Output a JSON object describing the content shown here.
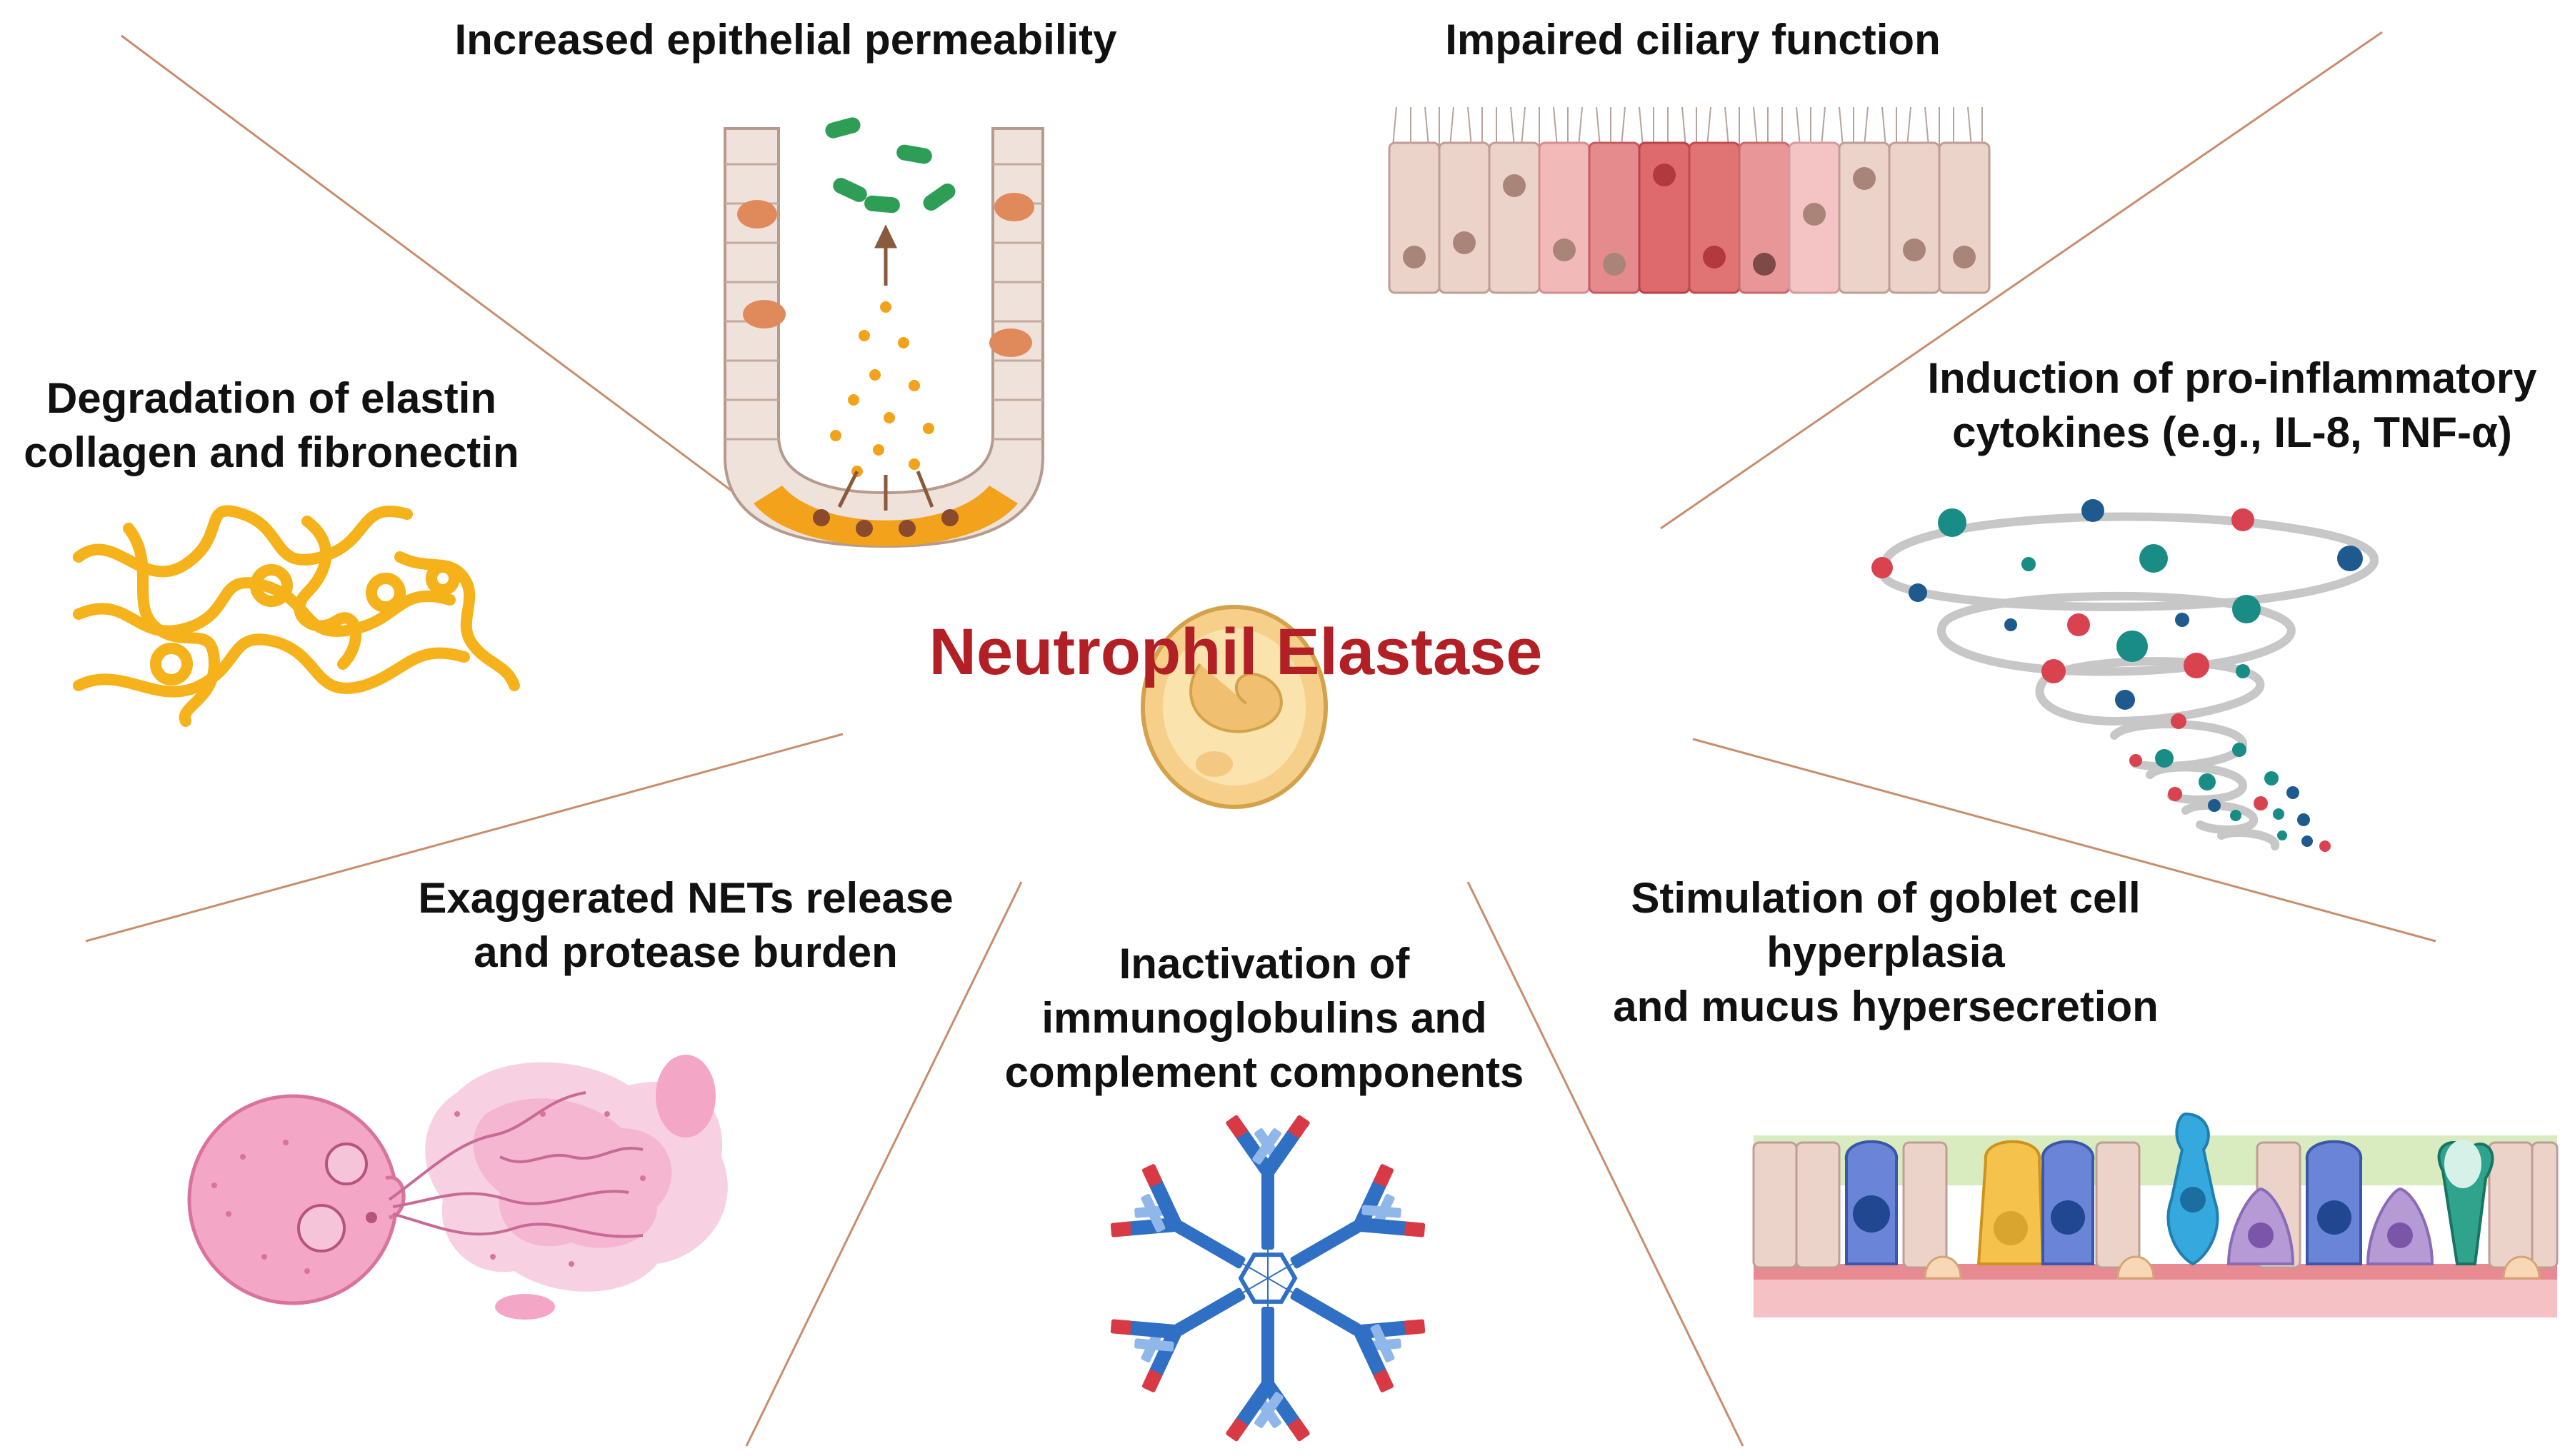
{
  "center": {
    "title": "Neutrophil Elastase",
    "title_color": "#b21f24"
  },
  "effects": {
    "permeability": {
      "lines": [
        "Increased epithelial permeability"
      ]
    },
    "ciliary": {
      "lines": [
        "Impaired ciliary function"
      ]
    },
    "elastin": {
      "lines": [
        "Degradation of elastin",
        "collagen and fibronectin"
      ]
    },
    "cytokines": {
      "lines": [
        "Induction of pro-inflammatory",
        "cytokines (e.g., IL-8, TNF-α)"
      ]
    },
    "nets": {
      "lines": [
        "Exaggerated NETs release",
        "and protease burden"
      ]
    },
    "immuno": {
      "lines": [
        "Inactivation of",
        "immunoglobulins and",
        "complement components"
      ]
    },
    "goblet": {
      "lines": [
        "Stimulation of goblet cell",
        "hyperplasia",
        "and mucus hypersecretion"
      ]
    }
  },
  "icons": {
    "neutrophil": "neutrophil-cell-icon",
    "epithelium": "epithelial-crypt-icon",
    "cilia": "ciliated-epithelium-icon",
    "fibers": "elastin-fiber-icon",
    "cytokine": "cytokine-tornado-icon",
    "net": "net-release-icon",
    "antibody": "antibody-hexamer-icon",
    "goblet": "goblet-cell-epithelium-icon"
  },
  "colors": {
    "divider": "#c98d6c",
    "fiber": "#f5b21b",
    "cytokine_teal": "#1a8c86",
    "cytokine_red": "#d9434f",
    "cytokine_navy": "#1f5a8f",
    "antibody_blue": "#2f6fc4",
    "antibody_red": "#d83a45",
    "net_pink": "#ef9fc3",
    "cilia_cell": "#ecd3ca",
    "damaged_cell": "#e07374"
  }
}
